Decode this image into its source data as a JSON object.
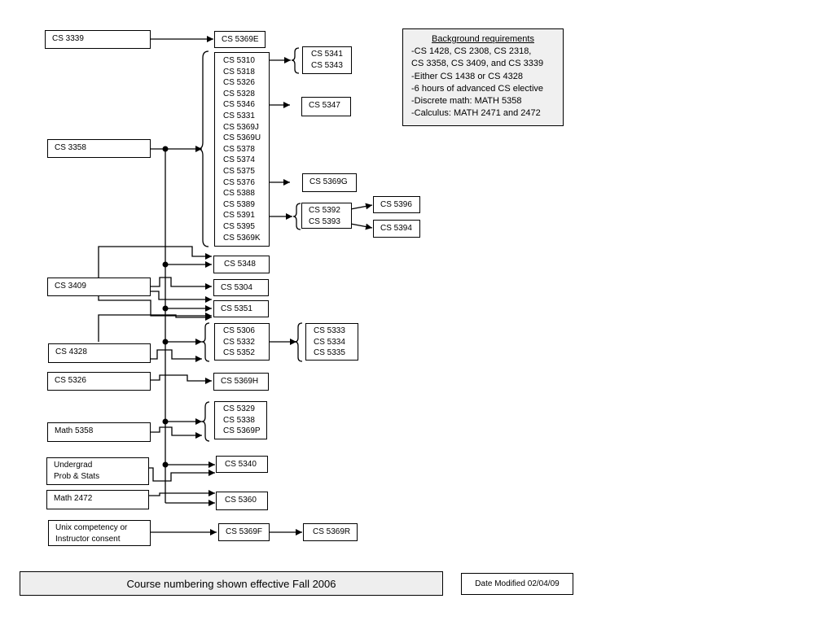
{
  "prereqs": {
    "cs3339": "CS 3339",
    "cs3358": "CS 3358",
    "cs3409": "CS 3409",
    "cs4328": "CS 4328",
    "cs5326": "CS 5326",
    "math5358": "Math 5358",
    "prob_stats": [
      "Undergrad",
      "Prob & Stats"
    ],
    "math2472": "Math 2472",
    "unix": [
      "Unix competency or",
      "Instructor consent"
    ]
  },
  "courses": {
    "cs5369e": "CS 5369E",
    "big_list": [
      "CS 5310",
      "CS 5318",
      "CS 5326",
      "CS 5328",
      "CS 5346",
      "CS 5331",
      "CS 5369J",
      "CS 5369U",
      "CS 5378",
      "CS 5374",
      "CS 5375",
      "CS 5376",
      "CS 5388",
      "CS 5389",
      "CS 5391",
      "CS 5395",
      "CS 5369K"
    ],
    "cs5341_group": [
      "CS 5341",
      "CS 5343"
    ],
    "cs5347": "CS 5347",
    "cs5369g": "CS 5369G",
    "cs5392_group": [
      "CS 5392",
      "CS 5393"
    ],
    "cs5396": "CS 5396",
    "cs5394": "CS 5394",
    "cs5348": "CS 5348",
    "cs5304": "CS 5304",
    "cs5351": "CS 5351",
    "cs5306_group": [
      "CS 5306",
      "CS 5332",
      "CS 5352"
    ],
    "cs5333_group": [
      "CS 5333",
      "CS 5334",
      "CS 5335"
    ],
    "cs5369h": "CS 5369H",
    "cs5329_group": [
      "CS 5329",
      "CS 5338",
      "CS 5369P"
    ],
    "cs5340": "CS 5340",
    "cs5360": "CS 5360",
    "cs5369f": "CS 5369F",
    "cs5369r": "CS 5369R"
  },
  "background": {
    "title": "Background requirements",
    "lines": [
      "-CS 1428, CS 2308, CS 2318,",
      "CS 3358, CS 3409, and CS 3339",
      "-Either CS 1438 or CS 4328",
      "-6 hours of advanced CS elective",
      "-Discrete math: MATH 5358",
      "-Calculus: MATH 2471 and 2472"
    ]
  },
  "footer": {
    "note": "Course numbering shown effective Fall 2006",
    "date": "Date Modified 02/04/09"
  }
}
